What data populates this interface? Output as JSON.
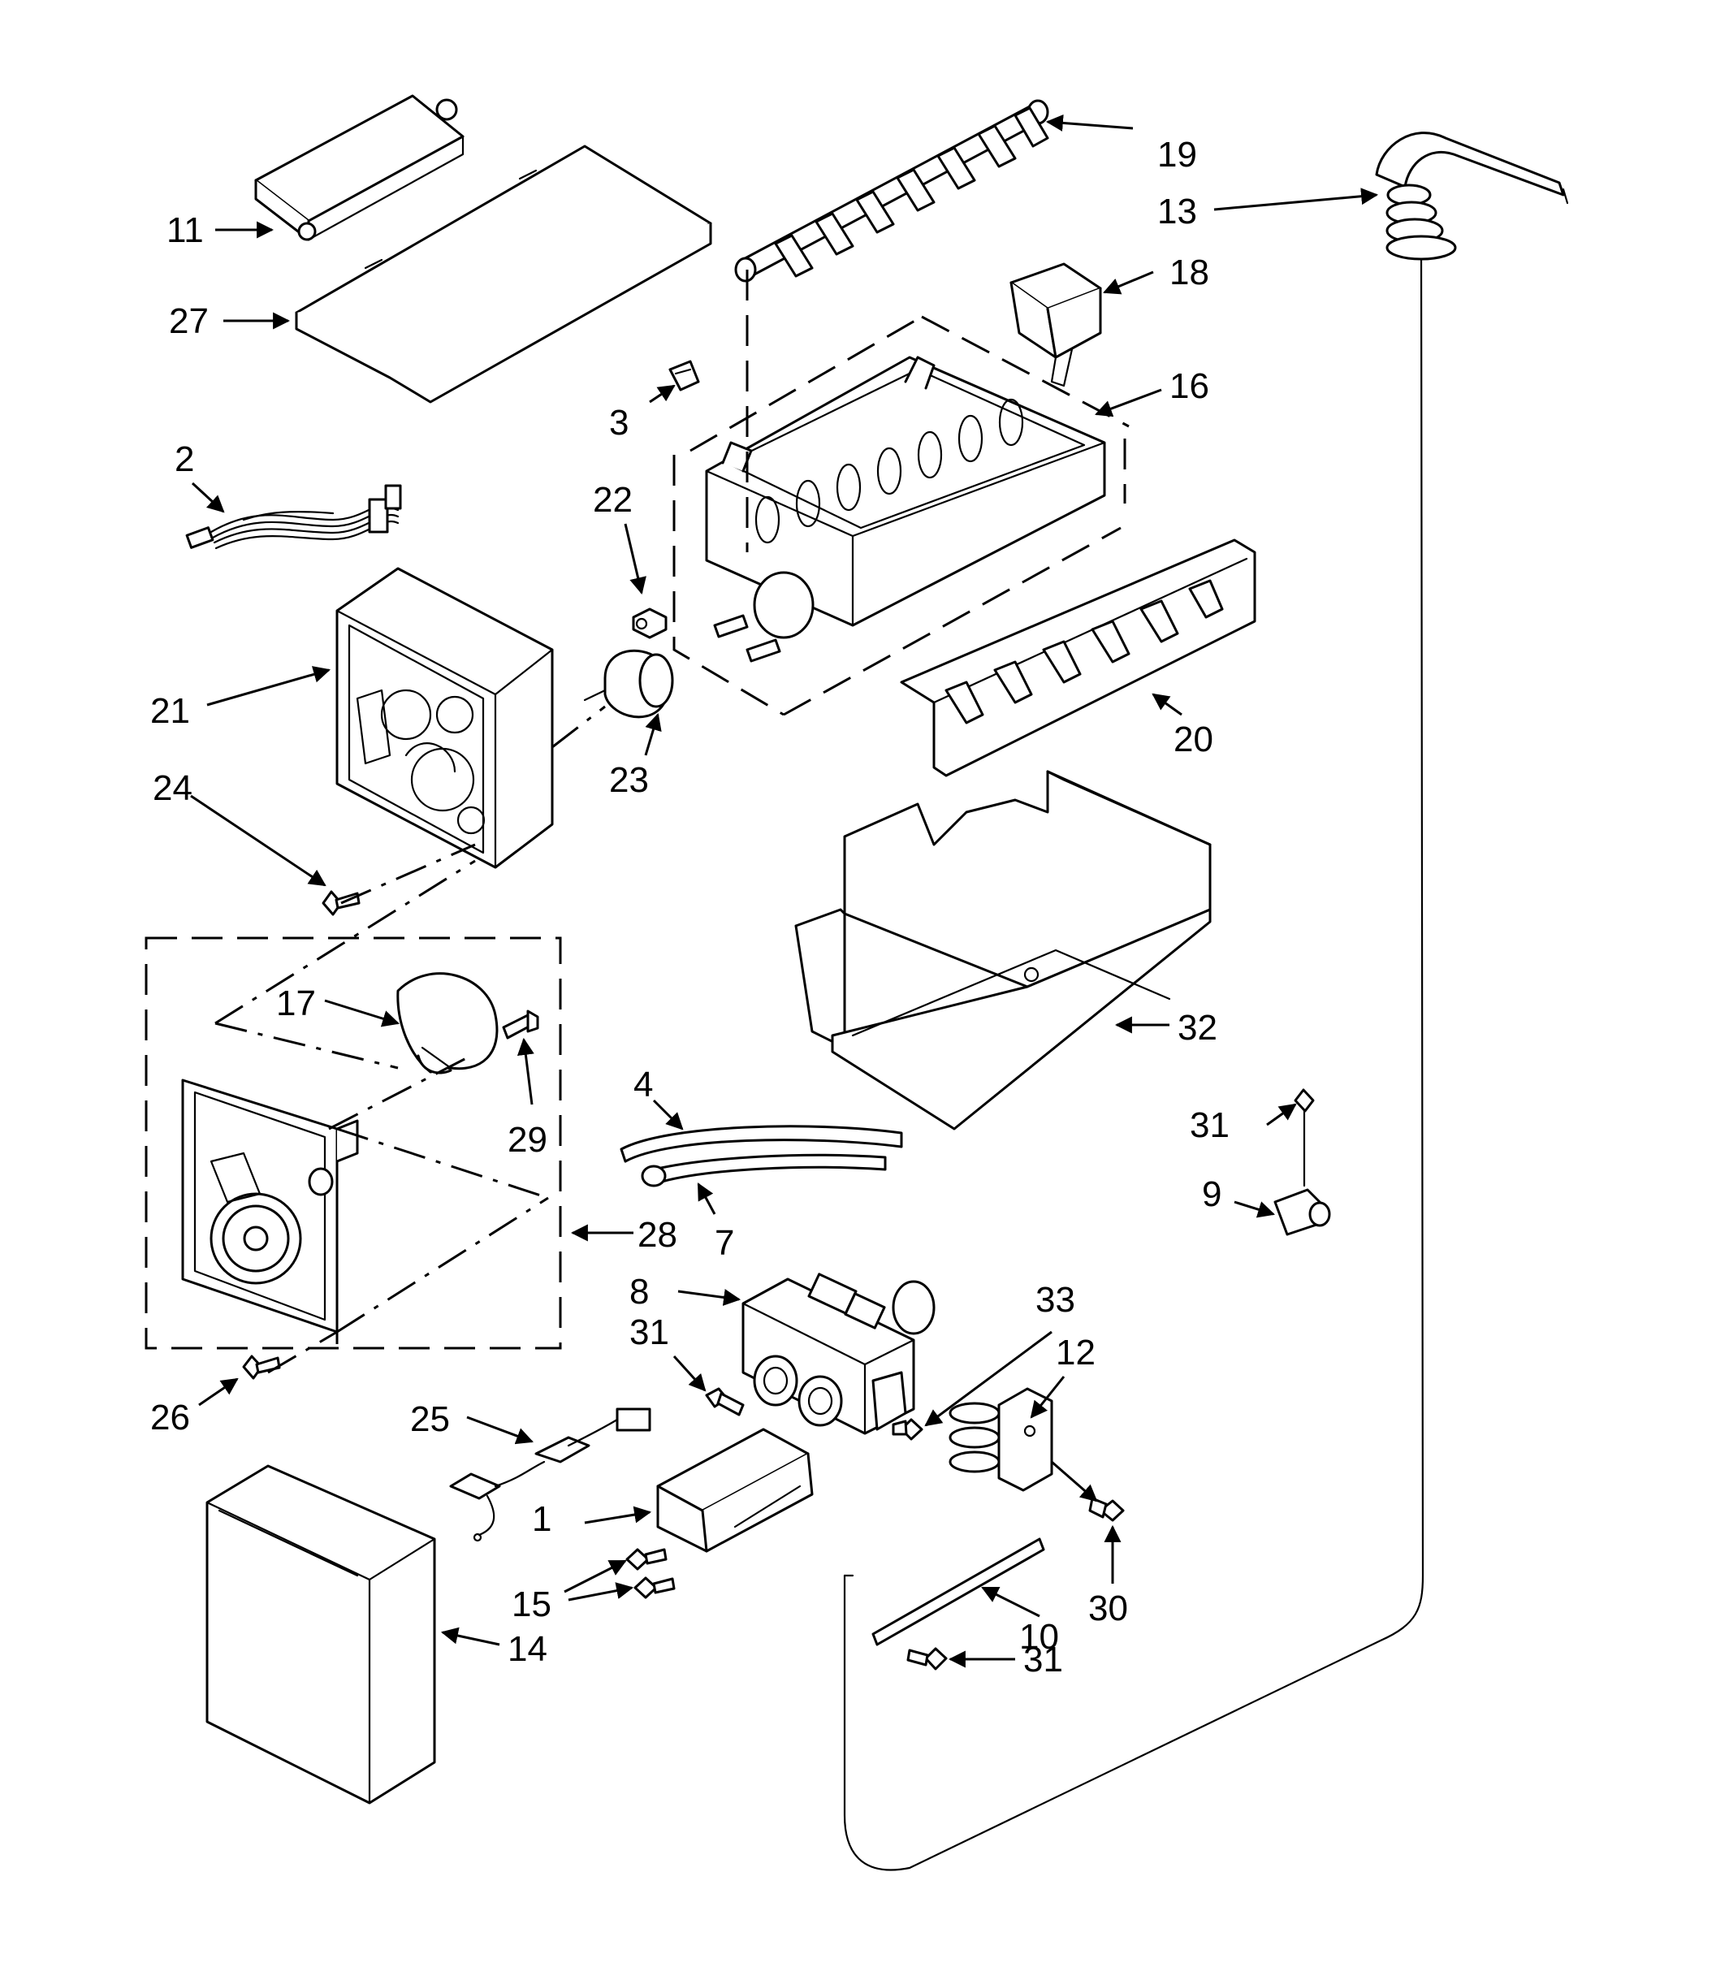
{
  "diagram": {
    "callouts": {
      "c1": "1",
      "c2": "2",
      "c3": "3",
      "c4": "4",
      "c7": "7",
      "c8": "8",
      "c9": "9",
      "c10": "10",
      "c11": "11",
      "c12": "12",
      "c13": "13",
      "c14": "14",
      "c15": "15",
      "c16": "16",
      "c17": "17",
      "c18": "18",
      "c19": "19",
      "c20": "20",
      "c21": "21",
      "c22": "22",
      "c23": "23",
      "c24": "24",
      "c25": "25",
      "c26": "26",
      "c27": "27",
      "c28": "28",
      "c29": "29",
      "c30": "30",
      "c31a": "31",
      "c31b": "31",
      "c31c": "31",
      "c32": "32",
      "c33": "33"
    }
  }
}
